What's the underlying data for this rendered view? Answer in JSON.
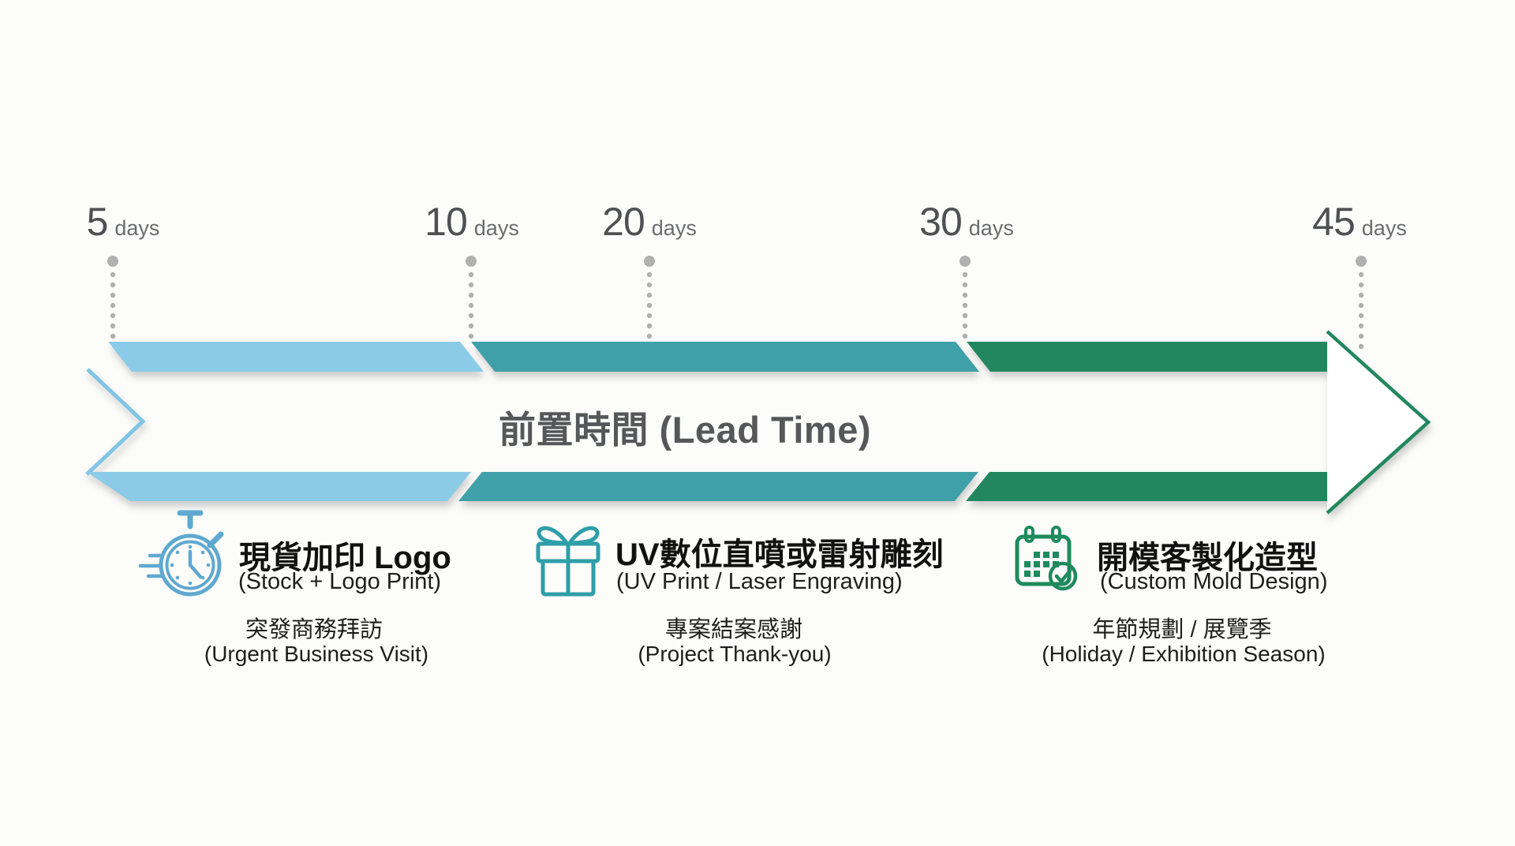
{
  "page": {
    "background": "#fcfcfa"
  },
  "timeline": {
    "markers": [
      {
        "value": "5",
        "unit": "days"
      },
      {
        "value": "10",
        "unit": "days"
      },
      {
        "value": "20",
        "unit": "days"
      },
      {
        "value": "30",
        "unit": "days"
      },
      {
        "value": "45",
        "unit": "days"
      }
    ],
    "dot_color": "#b0b0b0"
  },
  "arrow": {
    "title": "前置時間 (Lead Time)",
    "segments": [
      {
        "from_days": 5,
        "to_days": 10,
        "color": "#8bcbe7",
        "label": "stock-logo-print"
      },
      {
        "from_days": 10,
        "to_days": 30,
        "color": "#3fa0a9",
        "label": "uv-print-laser"
      },
      {
        "from_days": 30,
        "to_days": 45,
        "color": "#21875f",
        "label": "custom-mold"
      }
    ],
    "outline_color": "#21875f",
    "chevron_color": "#82c4e4"
  },
  "sections": [
    {
      "icon": "stopwatch-icon",
      "icon_color": "#5fa8d0",
      "title_zh": "現貨加印 Logo",
      "title_en": "(Stock + Logo Print)",
      "use_zh": "突發商務拜訪",
      "use_en": "(Urgent Business Visit)"
    },
    {
      "icon": "gift-icon",
      "icon_color": "#2e9ea8",
      "title_zh": "UV數位直噴或雷射雕刻",
      "title_en": "(UV Print / Laser Engraving)",
      "use_zh": "專案結案感謝",
      "use_en": "(Project Thank-you)"
    },
    {
      "icon": "calendar-check-icon",
      "icon_color": "#1e8a5e",
      "title_zh": "開模客製化造型",
      "title_en": "(Custom Mold Design)",
      "use_zh": "年節規劃 / 展覽季",
      "use_en": "(Holiday / Exhibition Season)"
    }
  ]
}
